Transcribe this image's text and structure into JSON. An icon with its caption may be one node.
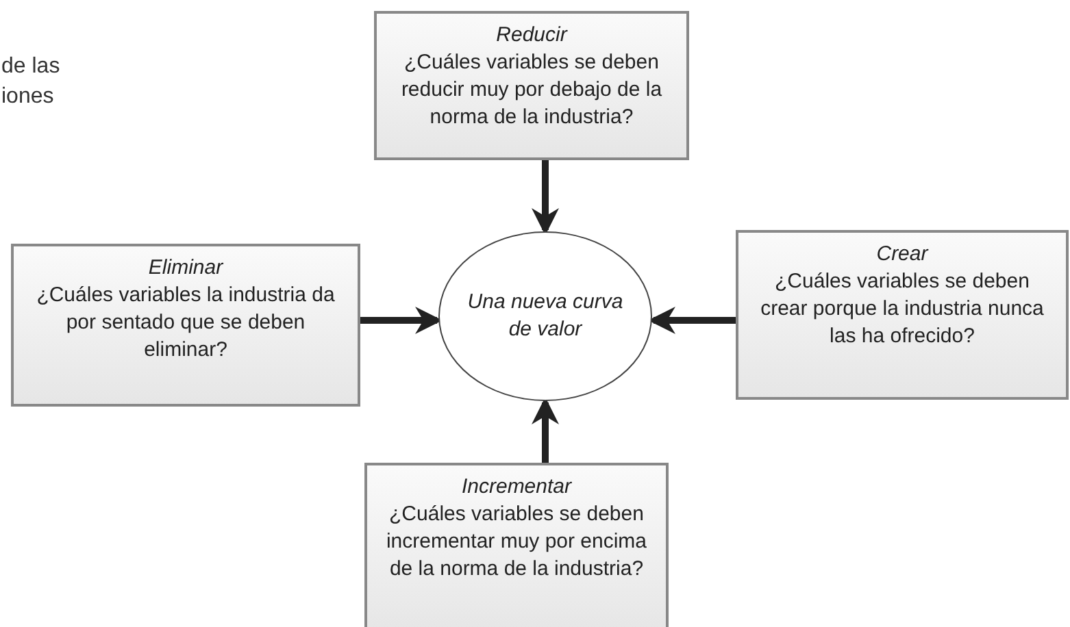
{
  "diagram": {
    "nodes": [
      {
        "text": [
          "Reducir",
          "¿Cuáles variables se deben reducir muy por debajo de la norma de la industria?"
        ]
      },
      {
        "text": [
          "Eliminar",
          "¿Cuáles variables la industria da por sentado que se deben eliminar?"
        ]
      },
      {
        "text": [
          "Una nueva curva de valor"
        ]
      },
      {
        "text": [
          "Crear",
          "¿Cuáles variables se deben crear porque la industria nunca las ha ofrecido?"
        ]
      },
      {
        "text": [
          "Incrementar",
          "¿Cuáles variables se deben incrementar muy por encima de la norma de la industria?"
        ]
      }
    ],
    "edges": [
      {
        "from": 0,
        "to": 2,
        "arrow": "to"
      },
      {
        "from": 1,
        "to": 2,
        "arrow": "to"
      },
      {
        "from": 3,
        "to": 2,
        "arrow": "to"
      },
      {
        "from": 4,
        "to": 2,
        "arrow": "to"
      }
    ],
    "labels": [
      "de las",
      "iones"
    ]
  }
}
